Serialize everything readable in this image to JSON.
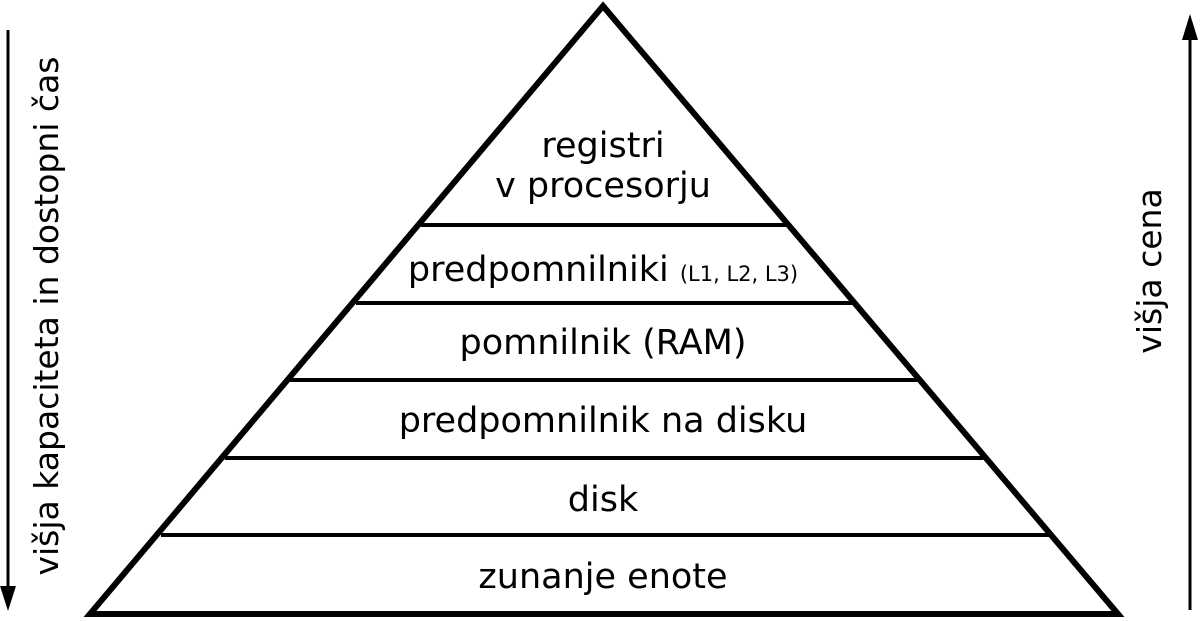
{
  "pyramid": {
    "levels": [
      {
        "lines": [
          "registri",
          "v procesorju"
        ]
      },
      {
        "main": "predpomnilniki",
        "suffix": "(L1, L2, L3)"
      },
      {
        "main": "pomnilnik (RAM)"
      },
      {
        "main": "predpomnilnik na disku"
      },
      {
        "main": "disk"
      },
      {
        "main": "zunanje enote"
      }
    ]
  },
  "left_arrow": {
    "label": "višja kapaciteta in dostopni čas",
    "direction": "down"
  },
  "right_arrow": {
    "label": "višja cena",
    "direction": "up"
  }
}
